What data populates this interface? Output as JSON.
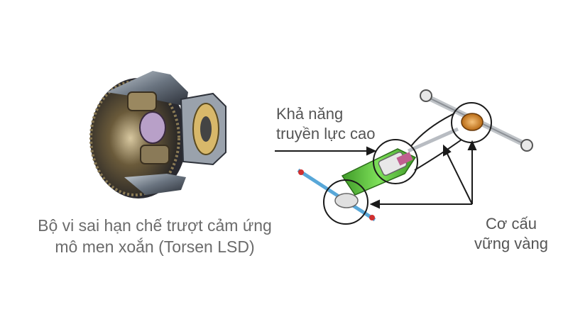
{
  "torsen": {
    "caption_line1": "Bộ vi sai hạn chế trượt cảm ứng",
    "caption_line2": "mô men xoắn (Torsen LSD)"
  },
  "drivetrain": {
    "callout_power_line1": "Khả năng",
    "callout_power_line2": "truyền lực cao",
    "callout_struct_line1": "Cơ cấu",
    "callout_struct_line2": "vững vàng"
  },
  "colors": {
    "text": "#6b6b6b",
    "line": "#1a1a1a",
    "green_part": "#5cc23a",
    "orange_part": "#e0952c",
    "blue_part": "#58a7d8",
    "red_part": "#d03030"
  }
}
